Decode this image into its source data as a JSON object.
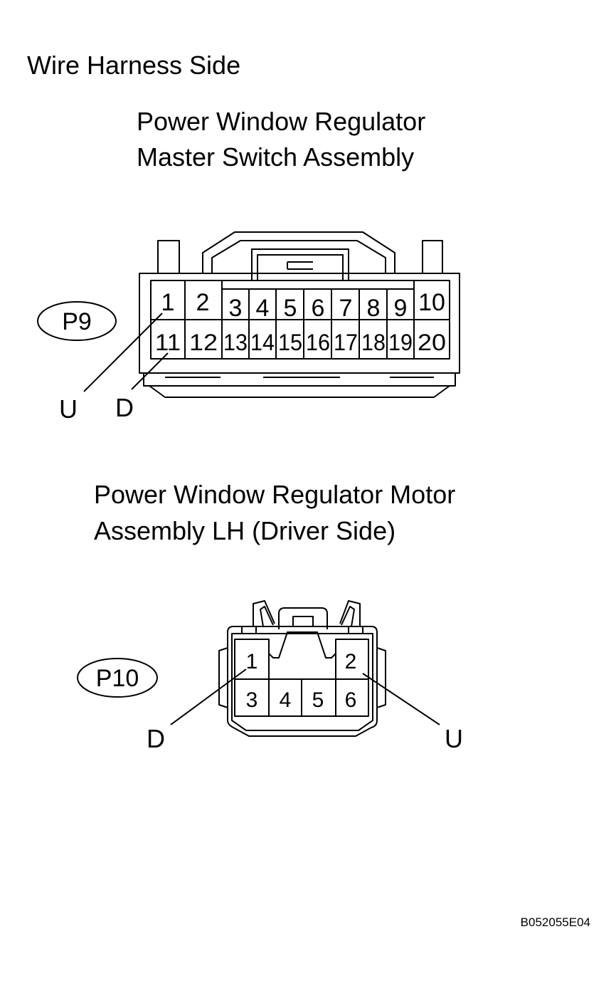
{
  "title": "Wire Harness Side",
  "connector1": {
    "name_line1": "Power Window Regulator",
    "name_line2": "Master Switch Assembly",
    "id": "P9",
    "pins_top": [
      "1",
      "2",
      "3",
      "4",
      "5",
      "6",
      "7",
      "8",
      "9",
      "10"
    ],
    "pins_bottom": [
      "11",
      "12",
      "13",
      "14",
      "15",
      "16",
      "17",
      "18",
      "19",
      "20"
    ],
    "label_u": "U",
    "label_d": "D"
  },
  "connector2": {
    "name_line1": "Power Window Regulator Motor",
    "name_line2": "Assembly LH (Driver Side)",
    "id": "P10",
    "pins": [
      "1",
      "2",
      "3",
      "4",
      "5",
      "6"
    ],
    "label_d": "D",
    "label_u": "U"
  },
  "figure_code": "B052055E04"
}
